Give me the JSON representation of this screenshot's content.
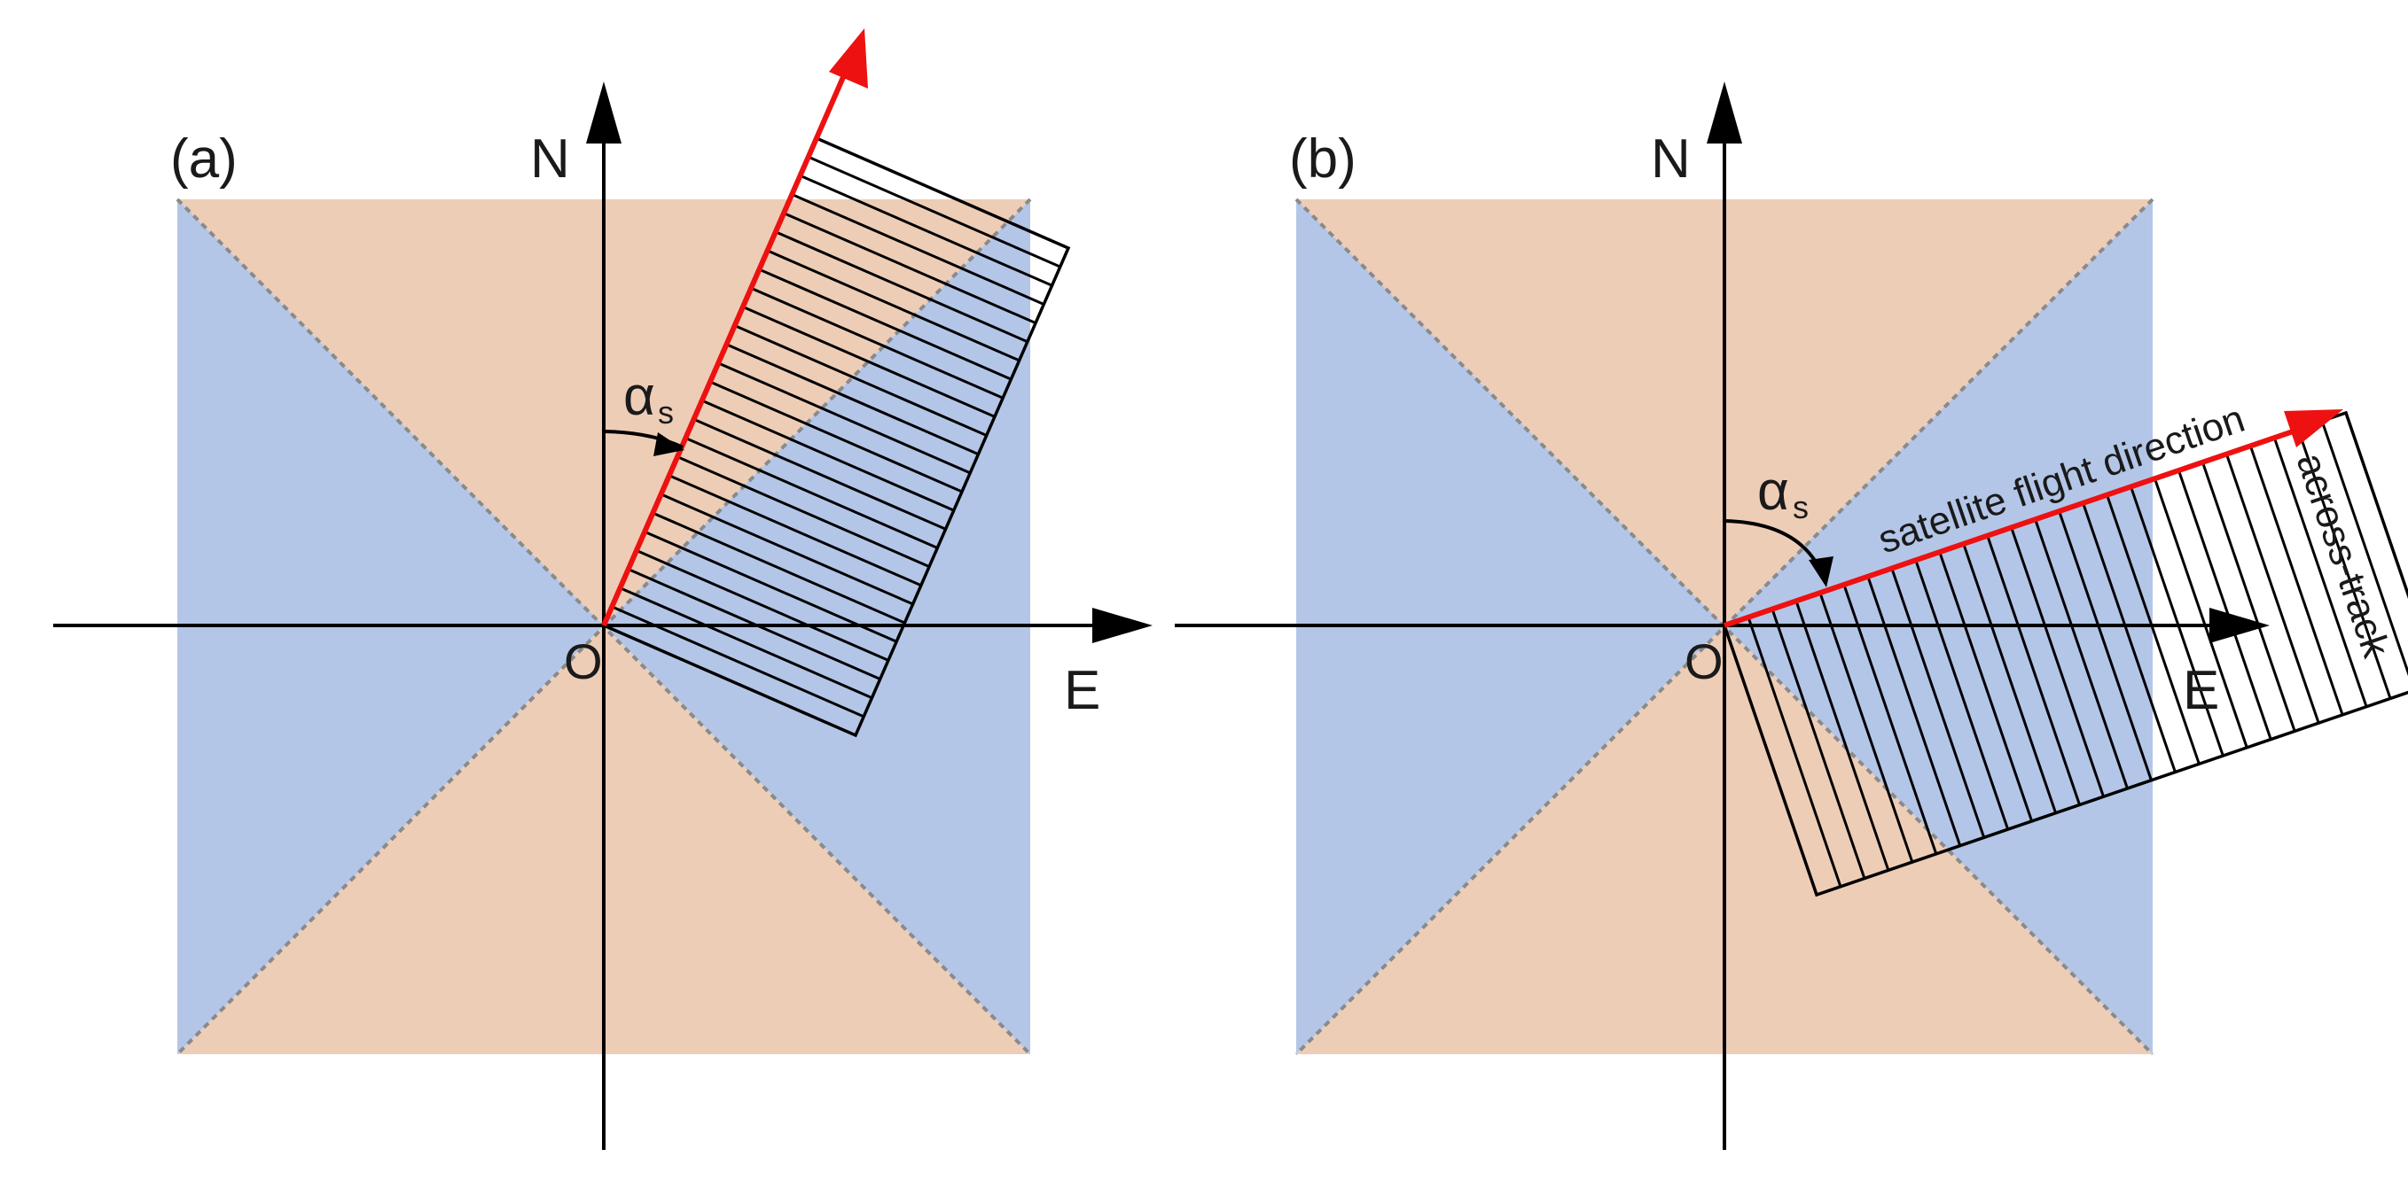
{
  "colors": {
    "ns_sector": "#eecdb6",
    "ew_sector": "#b4c6e7",
    "flight_arrow": "#ee1111",
    "axes": "#000000",
    "diagonal": "#8a8a8a"
  },
  "panel_a": {
    "tag": "(a)",
    "north_label": "N",
    "east_label": "E",
    "origin_label": "O",
    "angle_symbol": "α",
    "angle_subscript": "s"
  },
  "panel_b": {
    "tag": "(b)",
    "north_label": "N",
    "east_label": "E",
    "origin_label": "O",
    "angle_symbol": "α",
    "angle_subscript": "s",
    "flight_label": "satellite flight direction",
    "across_label": "across-track"
  }
}
